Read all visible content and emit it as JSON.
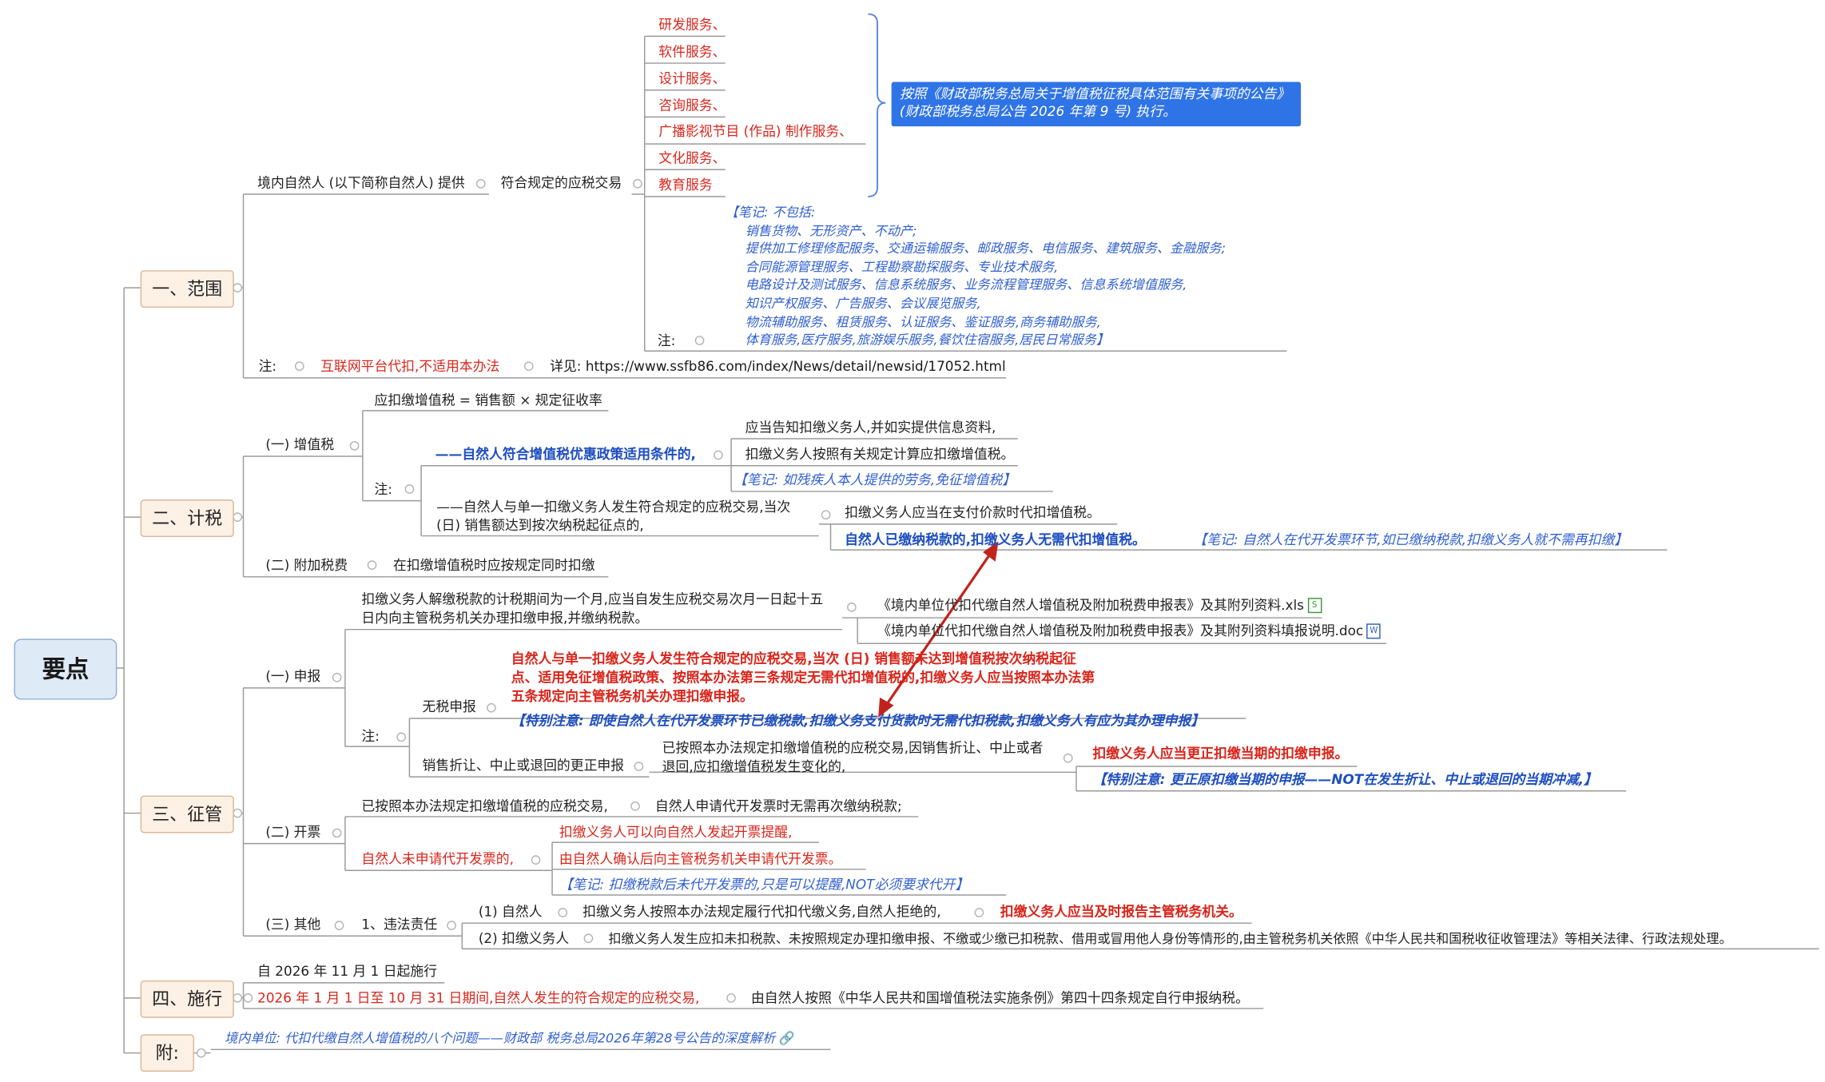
{
  "root": "要点",
  "sections": {
    "s1": "一、范围",
    "s2": "二、计税",
    "s3": "三、征管",
    "s4": "四、施行",
    "s5": "附:"
  },
  "scope": {
    "provider": "境内自然人 (以下简称自然人) 提供",
    "transaction": "符合规定的应税交易",
    "services": [
      "研发服务、",
      "软件服务、",
      "设计服务、",
      "咨询服务、",
      "广播影视节目 (作品) 制作服务、",
      "文化服务、",
      "教育服务"
    ],
    "announcement": "按照《财政部税务总局关于增值税征税具体范围有关事项的公告》(财政部税务总局公告 2026 年第 9 号) 执行。",
    "note_label": "注:",
    "note_lines": [
      "【笔记: 不包括:",
      "销售货物、无形资产、不动产;",
      "提供加工修理修配服务、交通运输服务、邮政服务、电信服务、建筑服务、金融服务;",
      "合同能源管理服务、工程勘察勘探服务、专业技术服务,",
      "电路设计及测试服务、信息系统服务、业务流程管理服务、信息系统增值服务,",
      "知识产权服务、广告服务、会议展览服务,",
      "物流辅助服务、租赁服务、认证服务、鉴证服务,商务辅助服务,",
      "体育服务,医疗服务,旅游娱乐服务,餐饮住宿服务,居民日常服务】"
    ],
    "note2_label": "注:",
    "internet": "互联网平台代扣,不适用本办法",
    "see": "详见: https://www.ssfb86.com/index/News/detail/newsid/17052.html"
  },
  "tax": {
    "vat": "(一) 增值税",
    "formula": "应扣缴增值税 = 销售额 × 规定征收率",
    "note_label": "注:",
    "pref": "——自然人符合增值税优惠政策适用条件的,",
    "pref_items": [
      "应当告知扣缴义务人,并如实提供信息资料,",
      "扣缴义务人按照有关规定计算应扣缴增值税。"
    ],
    "pref_note": "【笔记: 如残疾人本人提供的劳务,免征增值税】",
    "threshold": [
      "——自然人与单一扣缴义务人发生符合规定的应税交易,当次",
      "(日) 销售额达到按次纳税起征点的,"
    ],
    "threshold_item": "扣缴义务人应当在支付价款时代扣增值税。",
    "paid": "自然人已缴纳税款的,扣缴义务人无需代扣增值税。",
    "paid_note": "【笔记: 自然人在代开发票环节,如已缴纳税款,扣缴义务人就不需再扣缴】",
    "surcharge": "(二) 附加税费",
    "surcharge_item": "在扣缴增值税时应按规定同时扣缴"
  },
  "admin": {
    "declare": "(一) 申报",
    "period": [
      "扣缴义务人解缴税款的计税期间为一个月,应当自发生应税交易次月一日起十五",
      "日内向主管税务机关办理扣缴申报,并缴纳税款。"
    ],
    "file1": "《境内单位代扣代缴自然人增值税及附加税费申报表》及其附列资料.xls",
    "file2": "《境内单位代扣代缴自然人增值税及附加税费申报表》及其附列资料填报说明.doc",
    "note_label": "注:",
    "zero": "无税申报",
    "zero_text": [
      "自然人与单一扣缴义务人发生符合规定的应税交易,当次 (日) 销售额未达到增值税按次纳税起征",
      "点、适用免征增值税政策、按照本办法第三条规定无需代扣增值税的,扣缴义务人应当按照本办法第",
      "五条规定向主管税务机关办理扣缴申报。"
    ],
    "zero_note": "【特别注意: 即使自然人在代开发票环节已缴税款,扣缴义务支付货款时无需代扣税款,扣缴义务人有应为其办理申报】",
    "correction": "销售折让、中止或退回的更正申报",
    "correction_text": [
      "已按照本办法规定扣缴增值税的应税交易,因销售折让、中止或者",
      "退回,应扣缴增值税发生变化的,"
    ],
    "correction_item": "扣缴义务人应当更正扣缴当期的扣缴申报。",
    "correction_note": "【特别注意: 更正原扣缴当期的申报——NOT在发生折让、中止或退回的当期冲减,】",
    "invoice": "(二) 开票",
    "invoice_a": "已按照本办法规定扣缴增值税的应税交易,",
    "invoice_a_item": "自然人申请代开发票时无需再次缴纳税款;",
    "invoice_b": "自然人未申请代开发票的,",
    "invoice_b_items": [
      "扣缴义务人可以向自然人发起开票提醒,",
      "由自然人确认后向主管税务机关申请代开发票。"
    ],
    "invoice_note": "【笔记: 扣缴税款后未代开发票的,只是可以提醒,NOT必须要求代开】",
    "other": "(三) 其他",
    "liability": "1、违法责任",
    "p1": "(1) 自然人",
    "p1_text": "扣缴义务人按照本办法规定履行代扣代缴义务,自然人拒绝的,",
    "p1_item": "扣缴义务人应当及时报告主管税务机关。",
    "p2": "(2) 扣缴义务人",
    "p2_text": "扣缴义务人发生应扣未扣税款、未按照规定办理扣缴申报、不缴或少缴已扣税款、借用或冒用他人身份等情形的,由主管税务机关依照《中华人民共和国税收征收管理法》等相关法律、行政法规处理。"
  },
  "effect": {
    "date": "自 2026 年 11 月 1 日起施行",
    "transition": "2026 年 1 月 1 日至 10 月 31 日期间,自然人发生的符合规定的应税交易,",
    "transition_item": "由自然人按照《中华人民共和国增值税法实施条例》第四十四条规定自行申报纳税。"
  },
  "appendix": {
    "link": "境内单位: 代扣代缴自然人增值税的八个问题——财政部 税务总局2026年第28号公告的深度解析"
  },
  "colors": {
    "red": "#d9261c",
    "blue": "#2f5fd0",
    "bluebox": "#2f74e6",
    "topic_fill": "#fdf1e6",
    "root_fill": "#dfeaf7",
    "connector": "#9a9a9a",
    "arrow": "#c0231c"
  },
  "icons": [
    "xls-file-icon",
    "doc-file-icon",
    "link-icon",
    "collapse-toggle-icon",
    "brace-icon",
    "double-arrow-icon"
  ]
}
